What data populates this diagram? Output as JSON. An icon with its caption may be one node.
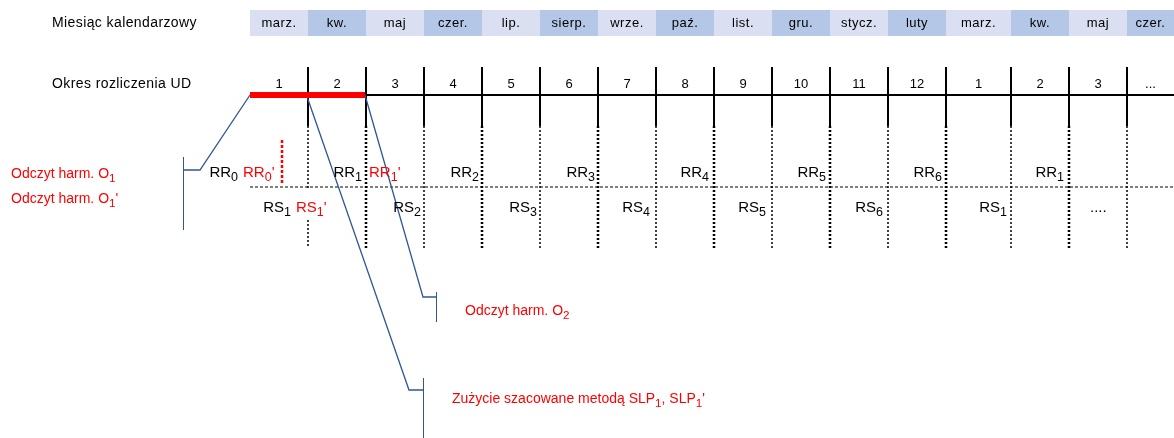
{
  "diagram": {
    "nodes": [
      {
        "text": [],
        "shape": "bar"
      },
      {
        "text": [
          "Odczyt harm. O$_{1}$",
          "Odczyt harm. O$_{1}$'"
        ]
      },
      {
        "text": [
          "Odczyt harm. O$_{2}$"
        ]
      },
      {
        "text": [
          "Zużycie szacowane metodą SLP$_{1}$, SLP$_{1}$'"
        ]
      }
    ],
    "edges": [
      {
        "from": 1,
        "to": 0,
        "arrow": "none"
      },
      {
        "from": 2,
        "to": 0,
        "arrow": "none"
      },
      {
        "from": 3,
        "to": 0,
        "arrow": "none"
      }
    ],
    "labels": [
      "Miesiąc kalendarzowy",
      "marz.",
      "kw.",
      "maj",
      "czer.",
      "lip.",
      "sierp.",
      "wrze.",
      "paź.",
      "list.",
      "gru.",
      "stycz.",
      "luty",
      "marz.",
      "kw.",
      "maj",
      "czer.",
      "Okres rozliczenia UD",
      "1",
      "2",
      "3",
      "4",
      "5",
      "6",
      "7",
      "8",
      "9",
      "10",
      "11",
      "12",
      "1",
      "2",
      "3",
      "...",
      "RR$_{0}$",
      "RR$_{0}$'",
      "RR$_{1}$",
      "RR$_{1}$'",
      "RR$_{2}$",
      "RR$_{3}$",
      "RR$_{4}$",
      "RR$_{5}$",
      "RR$_{6}$",
      "RR$_{1}$",
      "RS$_{1}$",
      "RS$_{1}$'",
      "RS$_{2}$",
      "RS$_{3}$",
      "RS$_{4}$",
      "RS$_{5}$",
      "RS$_{6}$",
      "RS$_{1}$",
      "...."
    ]
  }
}
